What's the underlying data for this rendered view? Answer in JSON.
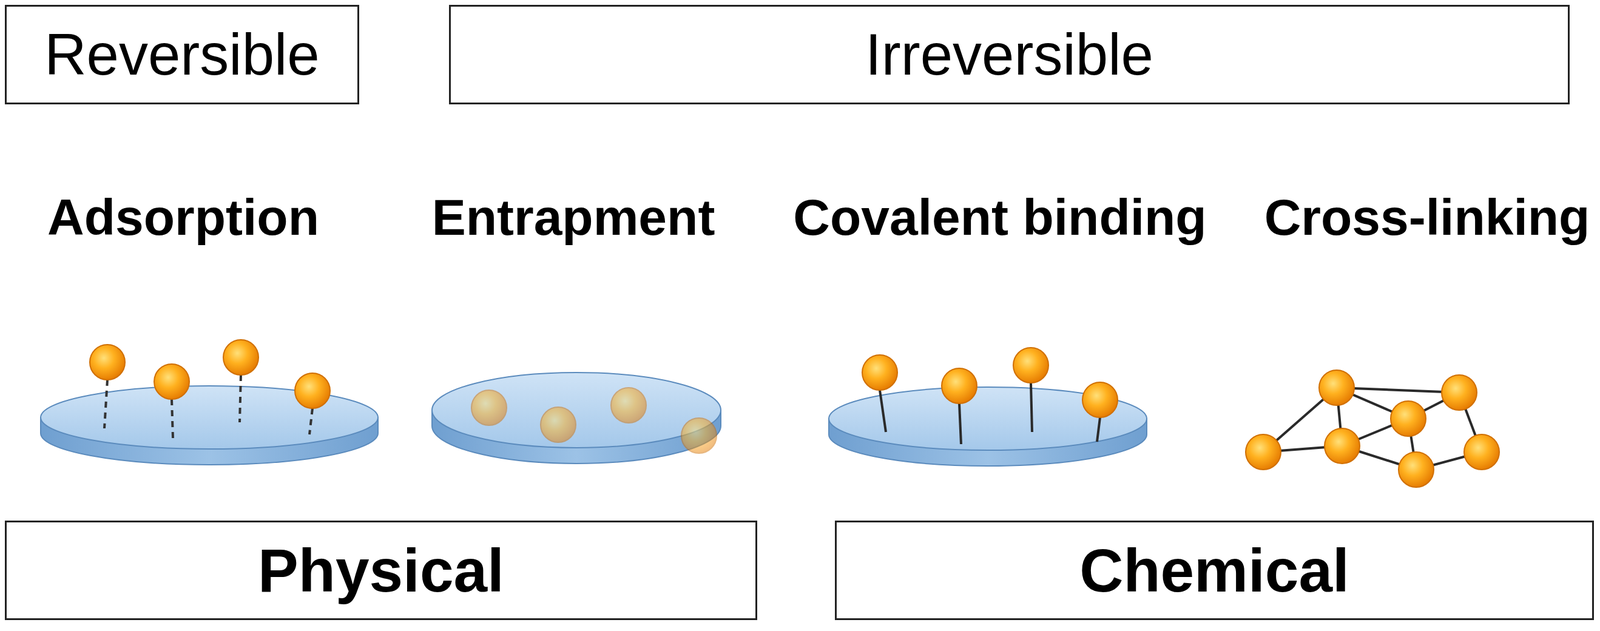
{
  "diagram": {
    "nodes": [
      {
        "text": [
          "Reversible"
        ]
      },
      {
        "text": [
          "Irreversible"
        ]
      },
      {
        "text": [
          "Physical"
        ]
      },
      {
        "text": [
          "Chemical"
        ]
      }
    ],
    "labels": [
      "Adsorption",
      "Entrapment",
      "Covalent binding",
      "Cross-linking"
    ]
  }
}
